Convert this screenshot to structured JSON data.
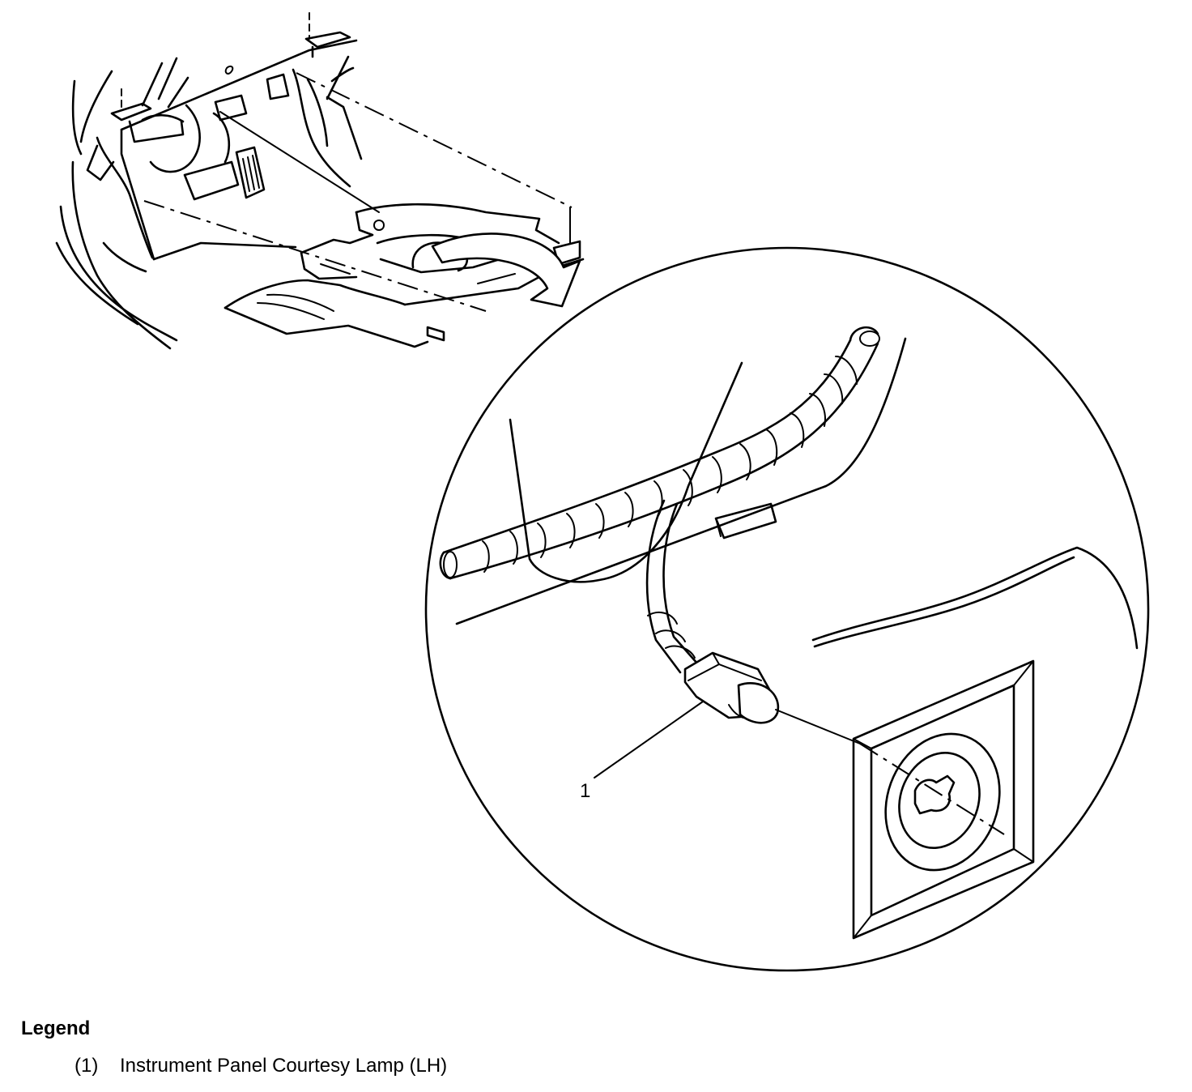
{
  "callouts": [
    {
      "id": "1",
      "label": "1"
    }
  ],
  "legend": {
    "title": "Legend",
    "items": [
      {
        "number": "(1)",
        "text": "Instrument Panel Courtesy Lamp (LH)"
      }
    ]
  },
  "colors": {
    "line": "#000000",
    "background": "#ffffff"
  }
}
